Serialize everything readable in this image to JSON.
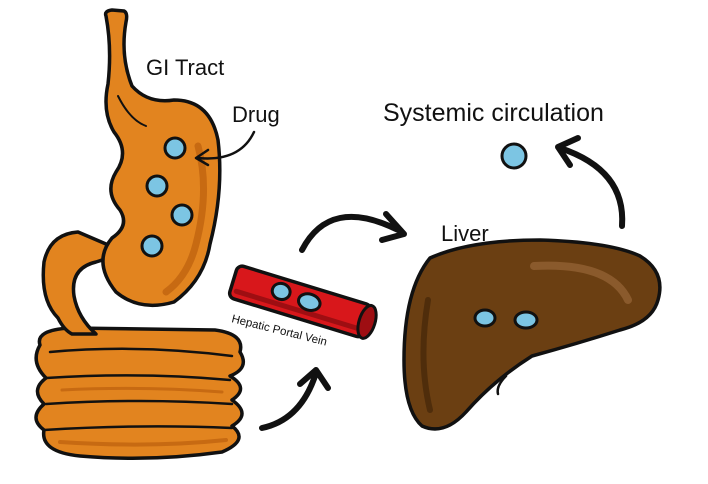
{
  "diagram": {
    "labels": {
      "gi_tract": "GI Tract",
      "drug": "Drug",
      "systemic_circulation": "Systemic circulation",
      "liver": "Liver",
      "hepatic_portal_vein": "Hepatic Portal Vein"
    },
    "colors": {
      "gi_tract": "#e2841f",
      "gi_tract_shadow": "#c76a12",
      "liver": "#6b3f12",
      "liver_highlight": "#8a5a2c",
      "vein": "#d8171b",
      "vein_dark": "#9e0e12",
      "drug_particle": "#7cc5e3",
      "outline": "#111111"
    },
    "icons": [
      "stomach-icon",
      "intestine-icon",
      "liver-icon",
      "blood-vessel-icon",
      "drug-particle-icon",
      "curved-arrow-icon"
    ]
  }
}
